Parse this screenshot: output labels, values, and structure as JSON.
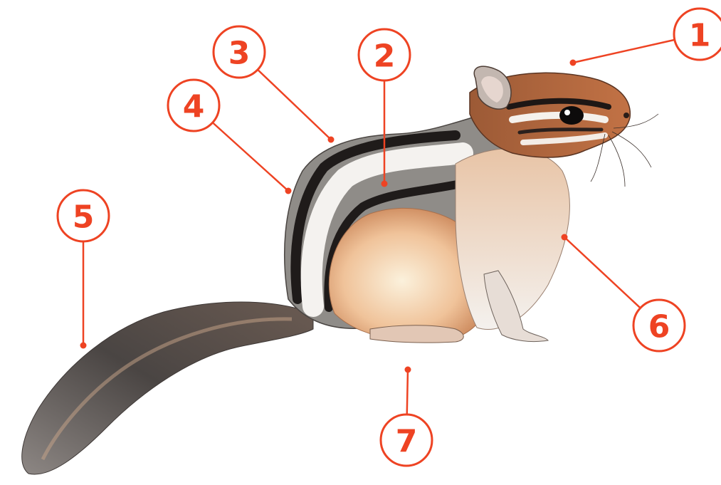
{
  "colors": {
    "callout": "#ee4323",
    "background": "#ffffff"
  },
  "callouts": [
    {
      "label": "1"
    },
    {
      "label": "2"
    },
    {
      "label": "3"
    },
    {
      "label": "4"
    },
    {
      "label": "5"
    },
    {
      "label": "6"
    },
    {
      "label": "7"
    }
  ]
}
